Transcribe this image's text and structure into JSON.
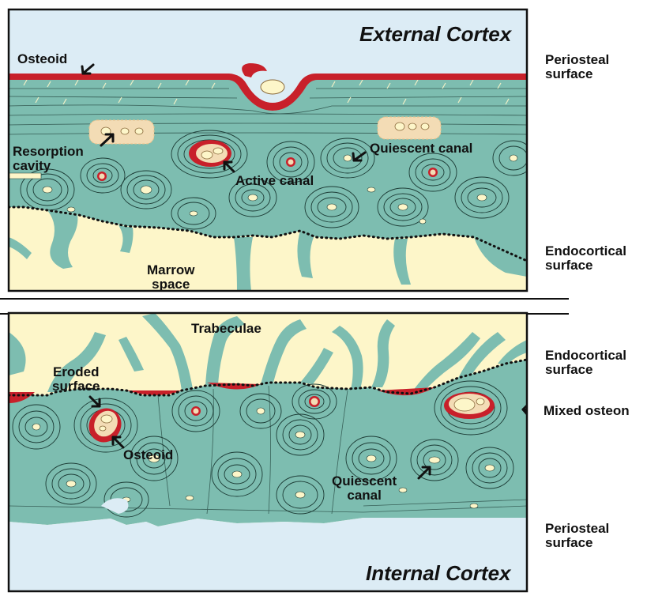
{
  "colors": {
    "bone": "#7dbdb0",
    "bone_line": "#1c3b35",
    "marrow": "#fdf6c9",
    "soft_tissue": "#dcecf5",
    "osteoid": "#c8202a",
    "resorption": "#f3dcb5",
    "border": "#111111"
  },
  "top_panel": {
    "title": "External Cortex",
    "labels": {
      "osteoid": "Osteoid",
      "periosteal_surface": [
        "Periosteal",
        "surface"
      ],
      "resorption_cavity": [
        "Resorption",
        "cavity"
      ],
      "active_canal": "Active canal",
      "quiescent_canal": "Quiescent canal",
      "marrow_space": [
        "Marrow",
        "space"
      ],
      "endocortical_surface": [
        "Endocortical",
        "surface"
      ]
    }
  },
  "bottom_panel": {
    "title": "Internal Cortex",
    "labels": {
      "trabeculae": "Trabeculae",
      "endocortical_surface": [
        "Endocortical",
        "surface"
      ],
      "eroded_surface": [
        "Eroded",
        "surface"
      ],
      "osteoid": "Osteoid",
      "mixed_osteon": "Mixed osteon",
      "quiescent_canal": [
        "Quiescent",
        "canal"
      ],
      "periosteal_surface": [
        "Periosteal",
        "surface"
      ]
    }
  }
}
